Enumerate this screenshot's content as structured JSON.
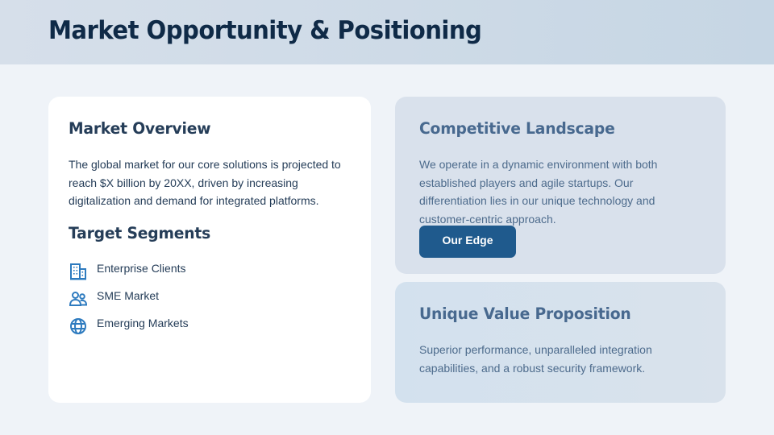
{
  "header": {
    "title": "Market Opportunity & Positioning"
  },
  "market_overview": {
    "title": "Market Overview",
    "body": "The global market for our core solutions is projected to reach $X billion by 20XX, driven by increasing digitalization and demand for integrated platforms."
  },
  "target_segments": {
    "title": "Target Segments",
    "items": [
      {
        "label": "Enterprise Clients",
        "icon": "building-icon"
      },
      {
        "label": "SME Market",
        "icon": "users-icon"
      },
      {
        "label": "Emerging Markets",
        "icon": "globe-icon"
      }
    ]
  },
  "competitive_landscape": {
    "title": "Competitive Landscape",
    "body": "We operate in a dynamic environment with both established players and agile startups. Our differentiation lies in our unique technology and customer-centric approach.",
    "button_label": "Our Edge"
  },
  "unique_value": {
    "title": "Unique Value Proposition",
    "body": "Superior performance, unparalleled integration capabilities, and a robust security framework."
  },
  "colors": {
    "background": "#eff3f8",
    "header_title": "#0f2a47",
    "accent_button": "#1f5a8d",
    "icon": "#2e7bbf"
  }
}
